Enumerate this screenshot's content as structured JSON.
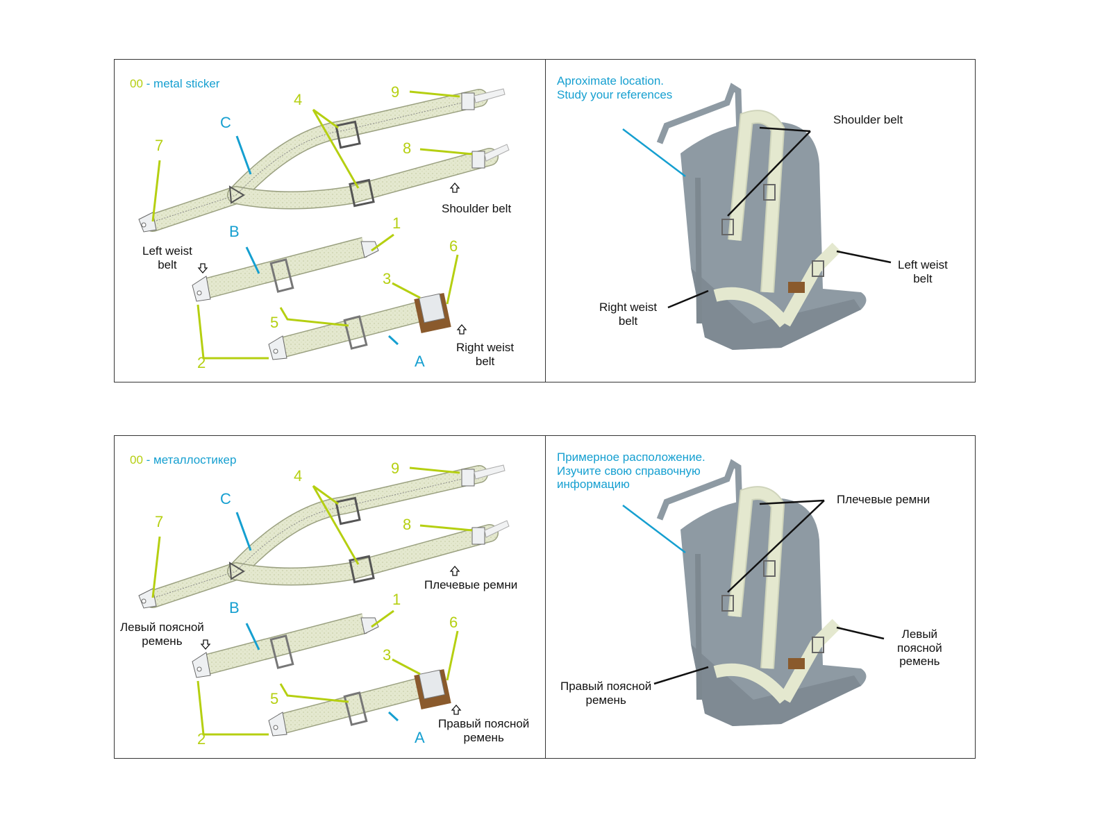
{
  "colors": {
    "lime": "#b5cf11",
    "blue": "#159fd0",
    "belt": "#e4e8cf",
    "seat": "#8e9aa3",
    "buckle": "#e6e9ec",
    "leather": "#8a5a2c"
  },
  "panels": [
    {
      "lang": "en",
      "parts": {
        "code": "00",
        "sep": " - ",
        "material": "metal sticker",
        "numbers": [
          "1",
          "2",
          "3",
          "4",
          "5",
          "6",
          "7",
          "8",
          "9"
        ],
        "letters": [
          "A",
          "B",
          "C"
        ],
        "shoulder_belt": "Shoulder belt",
        "left_waist_lines": [
          "Left weist",
          "belt"
        ],
        "right_waist_lines": [
          "Right weist",
          "belt"
        ]
      },
      "location": {
        "note_lines": [
          "Aproximate location.",
          "Study your references"
        ],
        "shoulder_belt": "Shoulder belt",
        "left_waist_lines": [
          "Left weist",
          "belt"
        ],
        "right_waist_lines": [
          "Right weist",
          "belt"
        ]
      }
    },
    {
      "lang": "ru",
      "parts": {
        "code": "00",
        "sep": " - ",
        "material": "металлостикер",
        "numbers": [
          "1",
          "2",
          "3",
          "4",
          "5",
          "6",
          "7",
          "8",
          "9"
        ],
        "letters": [
          "A",
          "B",
          "C"
        ],
        "shoulder_belt": "Плечевые ремни",
        "left_waist_lines": [
          "Левый поясной",
          "ремень"
        ],
        "right_waist_lines": [
          "Правый поясной",
          "ремень"
        ]
      },
      "location": {
        "note_lines": [
          "Примерное расположение.",
          "Изучите свою справочную",
          "информацию"
        ],
        "shoulder_belt": "Плечевые ремни",
        "left_waist_lines": [
          "Левый",
          "поясной",
          "ремень"
        ],
        "right_waist_lines": [
          "Правый поясной",
          "ремень"
        ]
      }
    }
  ]
}
